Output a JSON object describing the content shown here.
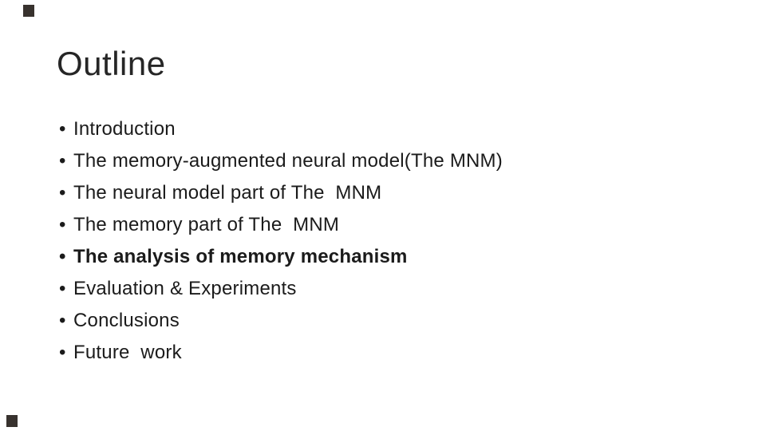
{
  "slide": {
    "title": "Outline",
    "bullet_char": "•",
    "bullets": [
      {
        "text": "Introduction",
        "bold": false
      },
      {
        "text": "The memory-augmented neural model(The MNM)",
        "bold": false
      },
      {
        "text": "The neural model part of The  MNM",
        "bold": false
      },
      {
        "text": "The memory part of The  MNM",
        "bold": false
      },
      {
        "text": "The analysis of memory mechanism",
        "bold": true
      },
      {
        "text": "Evaluation & Experiments",
        "bold": false
      },
      {
        "text": "Conclusions",
        "bold": false
      },
      {
        "text": "Future  work",
        "bold": false
      }
    ],
    "colors": {
      "background": "#ffffff",
      "title_text": "#262626",
      "body_text": "#1b1b1b",
      "corner_square": "#38322e"
    }
  }
}
